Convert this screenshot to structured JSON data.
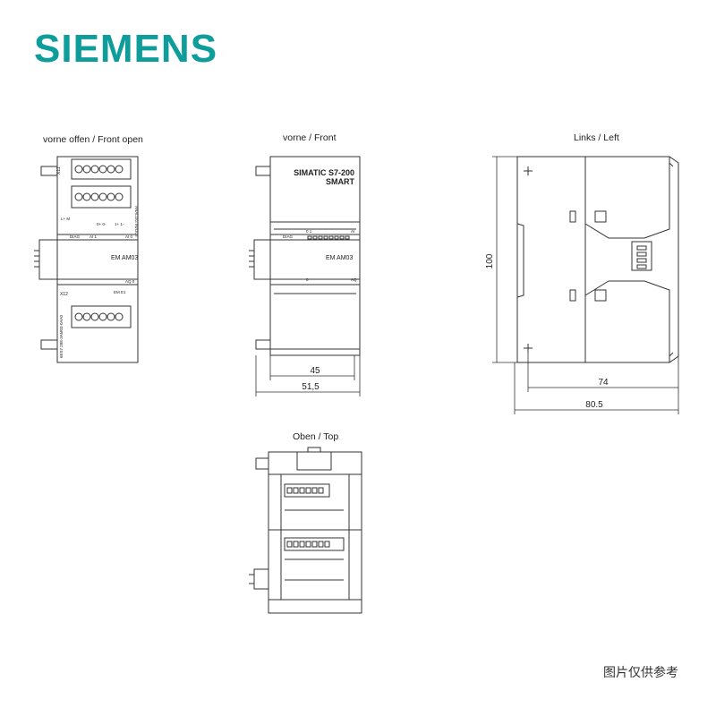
{
  "brand": {
    "name": "SIEMENS",
    "color": "#0f9d9c"
  },
  "views": {
    "front_open": {
      "title": "vorne offen / Front open",
      "module_label": "EM AM03",
      "labels": [
        "X11",
        "X12",
        "DIAG",
        "AI 1",
        "AI 0",
        "AQ 0",
        "EM  E1",
        "L+  M",
        "0+  0-",
        "1+  1-",
        "ANALOG IN/OUT",
        "6ES7 288-3AM03-0AA0"
      ]
    },
    "front": {
      "title": "vorne / Front",
      "product_line1": "SIMATIC S7-200",
      "product_line2": "SMART",
      "module_label": "EM AM03",
      "labels": [
        "DIAG",
        "0  1",
        "AI",
        "0",
        "AQ"
      ],
      "dim_inner": "45",
      "dim_outer": "51,5"
    },
    "left": {
      "title": "Links / Left",
      "dim_height": "100",
      "dim_depth_inner": "74",
      "dim_depth_outer": "80.5"
    },
    "top": {
      "title": "Oben / Top"
    }
  },
  "caption": "图片仅供参考",
  "colors": {
    "line": "#333333",
    "fill": "#ffffff",
    "brand": "#0f9d9c"
  }
}
